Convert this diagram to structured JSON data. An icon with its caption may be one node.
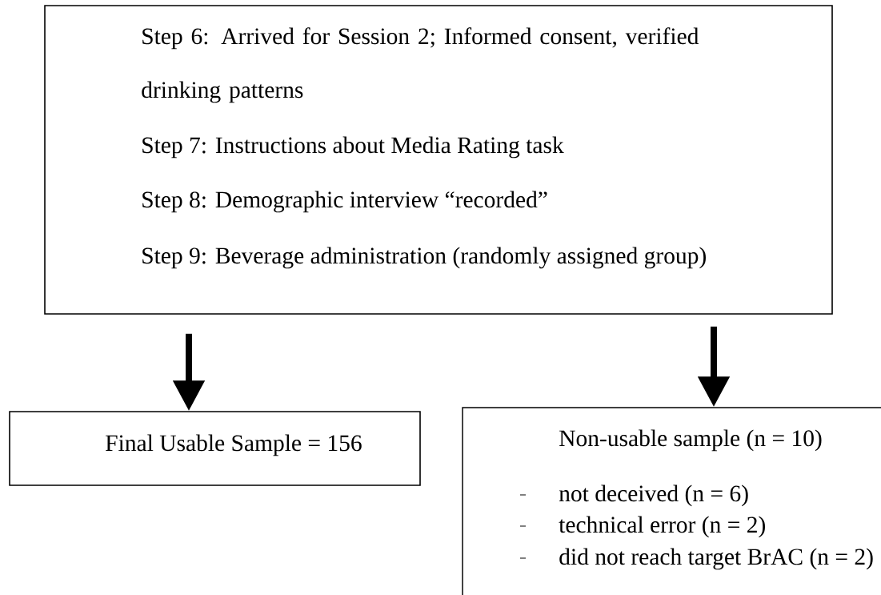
{
  "diagram": {
    "nodes": [
      {
        "text": [
          "Step 6: Arrived for Session 2; Informed consent, verified drinking patterns",
          "Step 7: Instructions about Media Rating task",
          "Step 8: Demographic interview “recorded”",
          "Step 9: Beverage administration (randomly assigned group)"
        ]
      },
      {
        "text": [
          "Final Usable Sample = 156"
        ]
      },
      {
        "text": [
          "Non-usable sample (n = 10)",
          "not deceived (n = 6)",
          "technical error (n = 2)",
          "did not reach target BrAC (n = 2)"
        ]
      }
    ],
    "edges": [
      {
        "from": 0,
        "to": 1,
        "arrow": "to"
      },
      {
        "from": 0,
        "to": 2,
        "arrow": "to"
      }
    ]
  }
}
